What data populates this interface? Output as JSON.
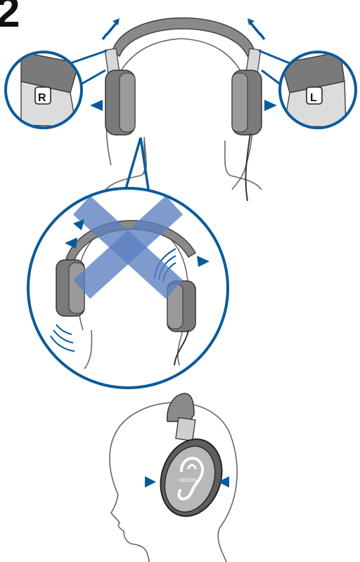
{
  "step_number": "2",
  "markers": {
    "right": "R",
    "left": "L"
  },
  "brand": "DENON",
  "colors": {
    "accent": "#0a5a9a",
    "cross": "#5b7fc0",
    "line": "#555555",
    "cup_dark": "#6f6f6f",
    "cup_mid": "#9a9a9a",
    "band": "#8a8a8a"
  }
}
